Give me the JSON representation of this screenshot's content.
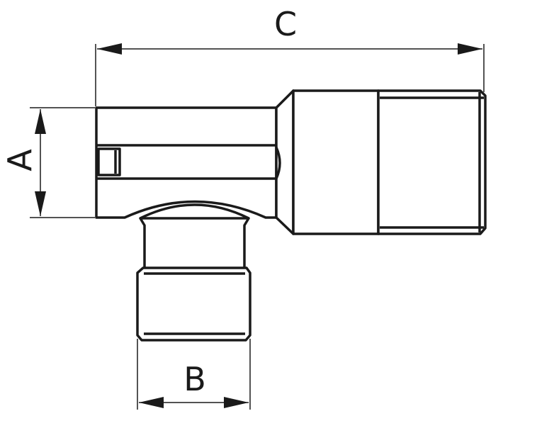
{
  "dimensions": {
    "a": "A",
    "b": "B",
    "c": "C"
  },
  "colors": {
    "stroke": "#1a1a1a",
    "background": "#ffffff"
  }
}
